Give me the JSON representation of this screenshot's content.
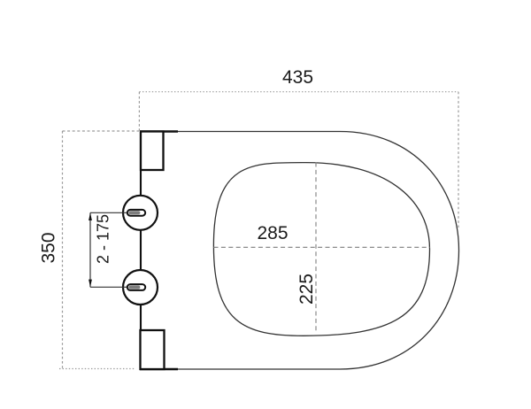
{
  "drawing": {
    "labels": {
      "overall_width": "435",
      "overall_depth": "350",
      "hole_spacing": "2 - 175",
      "inner_width": "285",
      "inner_depth": "225"
    },
    "colors": {
      "outline": "#333333",
      "bold_line": "#111111",
      "dim_line_gray": "#9a9a9a",
      "text": "#1a1a1a",
      "slot_fill": "#8a8a8a",
      "background": "#ffffff"
    }
  }
}
